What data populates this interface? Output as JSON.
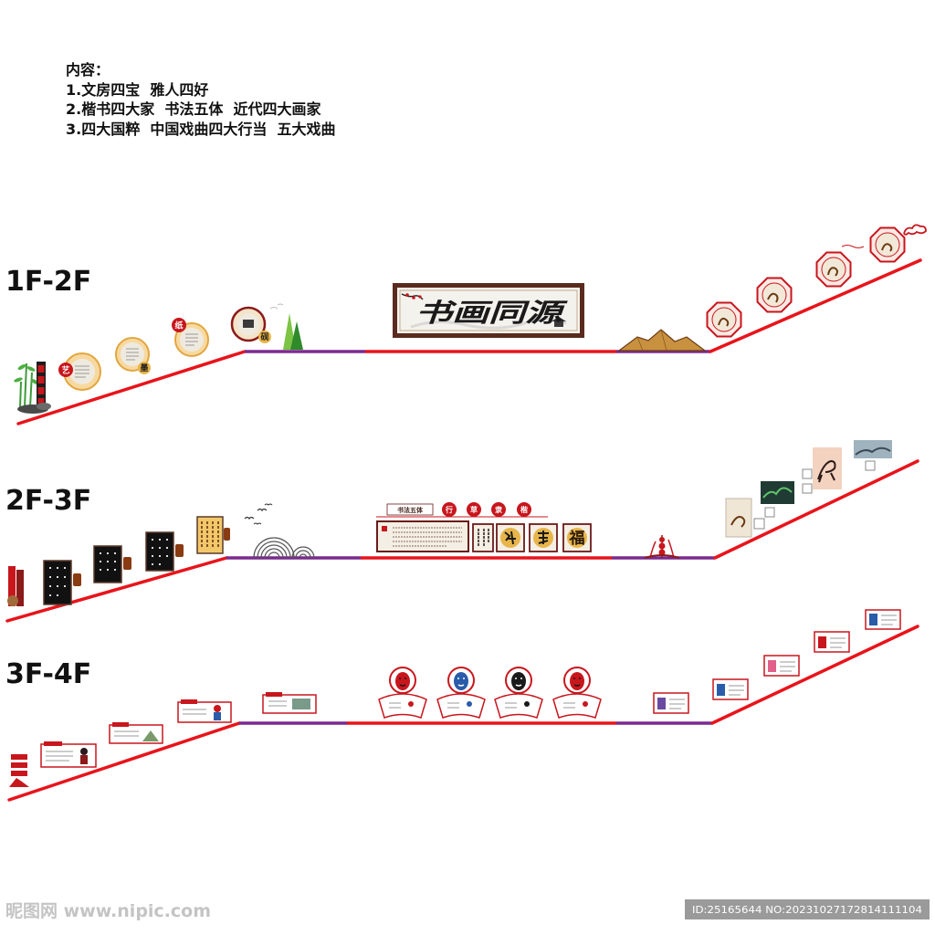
{
  "header": {
    "title": "内容：",
    "lines": [
      "1.文房四宝  雅人四好",
      "2.楷书四大家  书法五体  近代四大画家",
      "3.四大国粹  中国戏曲四大行当  五大戏曲"
    ]
  },
  "sections": [
    {
      "label": "1F-2F"
    },
    {
      "label": "2F-3F"
    },
    {
      "label": "3F-4F"
    }
  ],
  "section1": {
    "badges": [
      "艺",
      "墨",
      "纸",
      "砚"
    ],
    "banner": "书画同源"
  },
  "section2": {
    "style_tag": "书法五体",
    "styles": [
      "行",
      "草",
      "隶",
      "楷"
    ],
    "plaque": "福"
  },
  "watermark": {
    "site": "昵图网 www.nipic.com",
    "id": "ID:25165644 NO:20231027172814111104"
  },
  "colors": {
    "stair_line": "#e8141b",
    "landing_line": "#7b2a8f",
    "accent": "#c8161d",
    "gold": "#e2a640"
  }
}
